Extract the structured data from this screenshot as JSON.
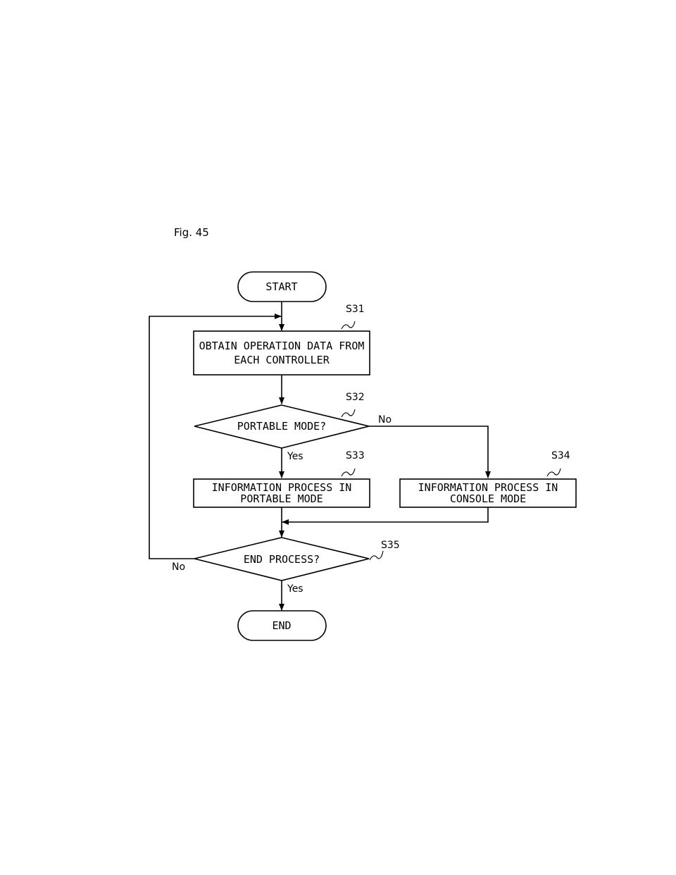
{
  "figure": {
    "label": "Fig. 45"
  },
  "nodes": {
    "start": {
      "text": "START"
    },
    "s31": {
      "step": "S31",
      "line1": "OBTAIN OPERATION DATA FROM",
      "line2": "EACH CONTROLLER"
    },
    "s32": {
      "step": "S32",
      "text": "PORTABLE MODE?"
    },
    "s33": {
      "step": "S33",
      "line1": "INFORMATION PROCESS IN",
      "line2": "PORTABLE MODE"
    },
    "s34": {
      "step": "S34",
      "line1": "INFORMATION PROCESS IN",
      "line2": "CONSOLE MODE"
    },
    "s35": {
      "step": "S35",
      "text": "END PROCESS?"
    },
    "end": {
      "text": "END"
    }
  },
  "branches": {
    "s32_no": "No",
    "s32_yes": "Yes",
    "s35_no": "No",
    "s35_yes": "Yes"
  }
}
